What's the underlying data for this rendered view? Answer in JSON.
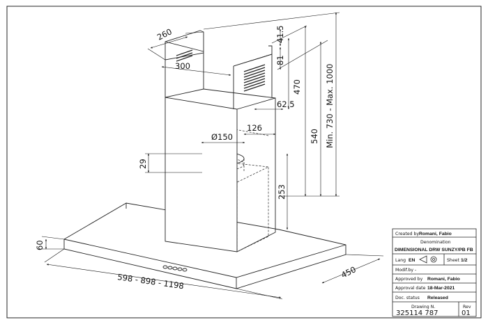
{
  "dimensions": {
    "chimney_depth": "260",
    "chimney_width": "300",
    "top_gap": "41.5",
    "vent_height": "81",
    "upper_height": "470",
    "offset_625": "62.5",
    "offset_126": "126",
    "duct_diameter": "Ø150",
    "collar_height": "29",
    "inner_height": "253",
    "total_540": "540",
    "range": "Min. 730 - Max. 1000",
    "hood_height": "60",
    "hood_depth": "450",
    "widths": "598 - 898 - 1198"
  },
  "title_block": {
    "created_label": "Created by",
    "created_value": "Romani, Fabio",
    "denomination_label": "Denomination",
    "denomination_value": "DIMENSIONAL DRW SUNZY/PB FB",
    "lang_label": "Lang",
    "lang_value": "EN",
    "sheet_label": "Sheet",
    "sheet_value": "1/2",
    "modif_label": "Modif.by -",
    "approved_label": "Approved by",
    "approved_value": "Romani, Fabio",
    "approval_date_label": "Approval date",
    "approval_date_value": "18-Mar-2021",
    "doc_status_label": "Doc. status",
    "doc_status_value": "Released",
    "drawing_label": "Drawing N.",
    "drawing_value": "325114 787",
    "rev_label": "Rev",
    "rev_value": "01"
  }
}
